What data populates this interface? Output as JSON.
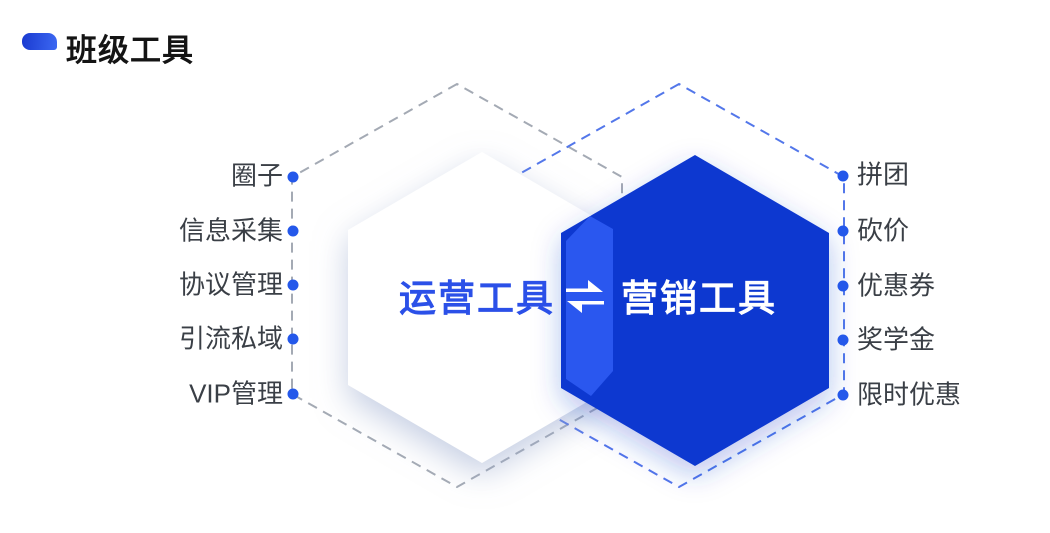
{
  "header": {
    "title": "班级工具"
  },
  "diagram": {
    "left_hexagon_label": "运营工具",
    "right_hexagon_label": "营销工具",
    "exchange_icon": "⇌",
    "left_items": [
      "圈子",
      "信息采集",
      "协议管理",
      "引流私域",
      "VIP管理"
    ],
    "right_items": [
      "拼团",
      "砍价",
      "优惠券",
      "奖学金",
      "限时优惠"
    ],
    "colors": {
      "hexagon_dark_blue": "#0d38d0",
      "hexagon_overlap_blue": "#2a57ef",
      "connector_dot_blue": "#2458ea",
      "left_dash_gray": "#a4aab4",
      "right_dash_blue": "#5377ea",
      "operation_text_blue": "#2b50e8",
      "marketing_text_white": "#ffffff",
      "label_text_gray": "#3a3f46",
      "title_text_black": "#141414"
    }
  }
}
